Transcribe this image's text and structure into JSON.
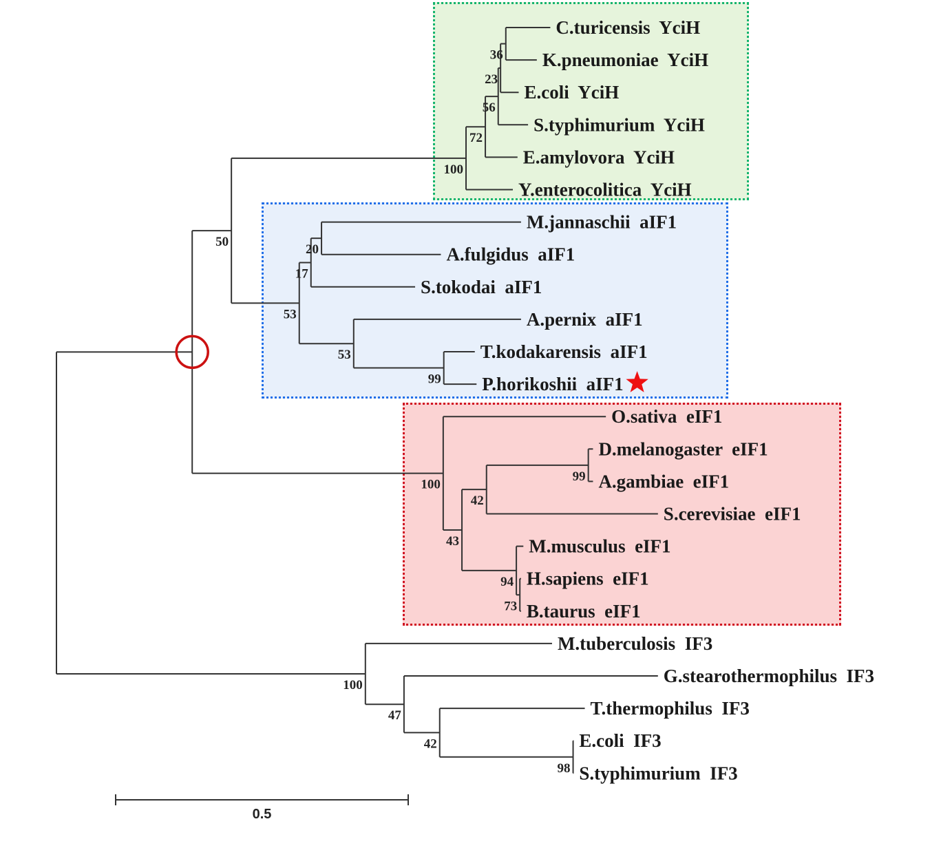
{
  "chart_data": {
    "type": "tree",
    "title": "",
    "layout": "rectangular-phylogram",
    "scale_bar": {
      "value": 0.5,
      "label": "0.5"
    },
    "colors": {
      "branch": "#333333",
      "yciH_box_fill": "#e6f4dc",
      "yciH_box_border": "#14b46e",
      "aif1_box_fill": "#e8f0fb",
      "aif1_box_border": "#1f6ee8",
      "eif1_box_fill": "#fbd3d3",
      "eif1_box_border": "#d01020",
      "marker_circle": "#cc1111",
      "marker_star": "#ee1111"
    },
    "groups": [
      {
        "id": "yciH",
        "name": "YciH clade",
        "tips": [
          "C.turicensis  YciH",
          "K.pneumoniae  YciH",
          "E.coli  YciH",
          "S.typhimurium  YciH",
          "E.amylovora  YciH",
          "Y.enterocolitica  YciH"
        ]
      },
      {
        "id": "aif1",
        "name": "aIF1 clade",
        "tips": [
          "M.jannaschii  aIF1",
          "A.fulgidus  aIF1",
          "S.tokodai  aIF1",
          "A.pernix  aIF1",
          "T.kodakarensis  aIF1",
          "P.horikoshii  aIF1"
        ]
      },
      {
        "id": "eif1",
        "name": "eIF1 clade",
        "tips": [
          "O.sativa  eIF1",
          "D.melanogaster  eIF1",
          "A.gambiae  eIF1",
          "S.cerevisiae  eIF1",
          "M.musculus  eIF1",
          "H.sapiens  eIF1",
          "B.taurus  eIF1"
        ]
      }
    ],
    "annotations": {
      "circled_node": "root of YciH + aIF1 + eIF1 clade",
      "starred_tip": "P.horikoshii  aIF1"
    },
    "tree": {
      "name": "root",
      "len": 0,
      "children": [
        {
          "name": "n_circle",
          "len": 0.232,
          "circled": true,
          "children": [
            {
              "name": "n50",
              "len": 0.067,
              "support": "50",
              "children": [
                {
                  "name": "n100g",
                  "len": 0.401,
                  "support": "100",
                  "children": [
                    {
                      "name": "n72",
                      "len": 0.033,
                      "support": "72",
                      "children": [
                        {
                          "name": "n56",
                          "len": 0.022,
                          "support": "56",
                          "children": [
                            {
                              "name": "n23",
                              "len": 0.004,
                              "support": "23",
                              "children": [
                                {
                                  "name": "n36",
                                  "len": 0.009,
                                  "support": "36",
                                  "children": [
                                    {
                                      "label": "C.turicensis  YciH",
                                      "len": 0.076
                                    },
                                    {
                                      "label": "K.pneumoniae  YciH",
                                      "len": 0.053
                                    }
                                  ]
                                },
                                {
                                  "label": "E.coli  YciH",
                                  "len": 0.031
                                }
                              ]
                            },
                            {
                              "label": "S.typhimurium  YciH",
                              "len": 0.051
                            }
                          ]
                        },
                        {
                          "label": "E.amylovora  YciH",
                          "len": 0.055
                        }
                      ]
                    },
                    {
                      "label": "Y.enterocolitica  YciH",
                      "len": 0.08
                    }
                  ]
                },
                {
                  "name": "n53a",
                  "len": 0.116,
                  "support": "53",
                  "children": [
                    {
                      "name": "n17",
                      "len": 0.02,
                      "support": "17",
                      "children": [
                        {
                          "name": "n20",
                          "len": 0.018,
                          "support": "20",
                          "children": [
                            {
                              "label": "M.jannaschii  aIF1",
                              "len": 0.341
                            },
                            {
                              "label": "A.fulgidus  aIF1",
                              "len": 0.204
                            }
                          ]
                        },
                        {
                          "label": "S.tokodai  aIF1",
                          "len": 0.178
                        }
                      ]
                    },
                    {
                      "name": "n53b",
                      "len": 0.093,
                      "support": "53",
                      "children": [
                        {
                          "label": "A.pernix  aIF1",
                          "len": 0.286
                        },
                        {
                          "name": "n99a",
                          "len": 0.154,
                          "support": "99",
                          "children": [
                            {
                              "label": "T.kodakarensis  aIF1",
                              "len": 0.053
                            },
                            {
                              "label": "P.horikoshii  aIF1",
                              "len": 0.056,
                              "star": true
                            }
                          ]
                        }
                      ]
                    }
                  ]
                }
              ]
            },
            {
              "name": "n100r",
              "len": 0.429,
              "support": "100",
              "children": [
                {
                  "label": "O.sativa  eIF1",
                  "len": 0.278
                },
                {
                  "name": "n43",
                  "len": 0.032,
                  "support": "43",
                  "children": [
                    {
                      "name": "n42r",
                      "len": 0.042,
                      "support": "42",
                      "children": [
                        {
                          "name": "n99r",
                          "len": 0.174,
                          "support": "99",
                          "children": [
                            {
                              "label": "D.melanogaster  eIF1",
                              "len": 0.008
                            },
                            {
                              "label": "A.gambiae  eIF1",
                              "len": 0.008
                            }
                          ]
                        },
                        {
                          "label": "S.cerevisiae  eIF1",
                          "len": 0.293
                        }
                      ]
                    },
                    {
                      "name": "n94",
                      "len": 0.093,
                      "support": "94",
                      "children": [
                        {
                          "label": "M.musculus  eIF1",
                          "len": 0.012
                        },
                        {
                          "name": "n73",
                          "len": 0.006,
                          "support": "73",
                          "children": [
                            {
                              "label": "H.sapiens  eIF1",
                              "len": 0.002
                            },
                            {
                              "label": "B.taurus  eIF1",
                              "len": 0.002
                            }
                          ]
                        }
                      ]
                    }
                  ]
                }
              ]
            }
          ]
        },
        {
          "name": "n100i",
          "len": 0.528,
          "support": "100",
          "children": [
            {
              "label": "M.tuberculosis  IF3",
              "len": 0.319
            },
            {
              "name": "n47",
              "len": 0.066,
              "support": "47",
              "children": [
                {
                  "label": "G.stearothermophilus  IF3",
                  "len": 0.434
                },
                {
                  "name": "n42i",
                  "len": 0.061,
                  "support": "42",
                  "children": [
                    {
                      "label": "T.thermophilus  IF3",
                      "len": 0.248
                    },
                    {
                      "name": "n98",
                      "len": 0.228,
                      "support": "98",
                      "children": [
                        {
                          "label": "E.coli  IF3",
                          "len": 0.001
                        },
                        {
                          "label": "S.typhimurium  IF3",
                          "len": 0.001
                        }
                      ]
                    }
                  ]
                }
              ]
            }
          ]
        }
      ]
    }
  }
}
